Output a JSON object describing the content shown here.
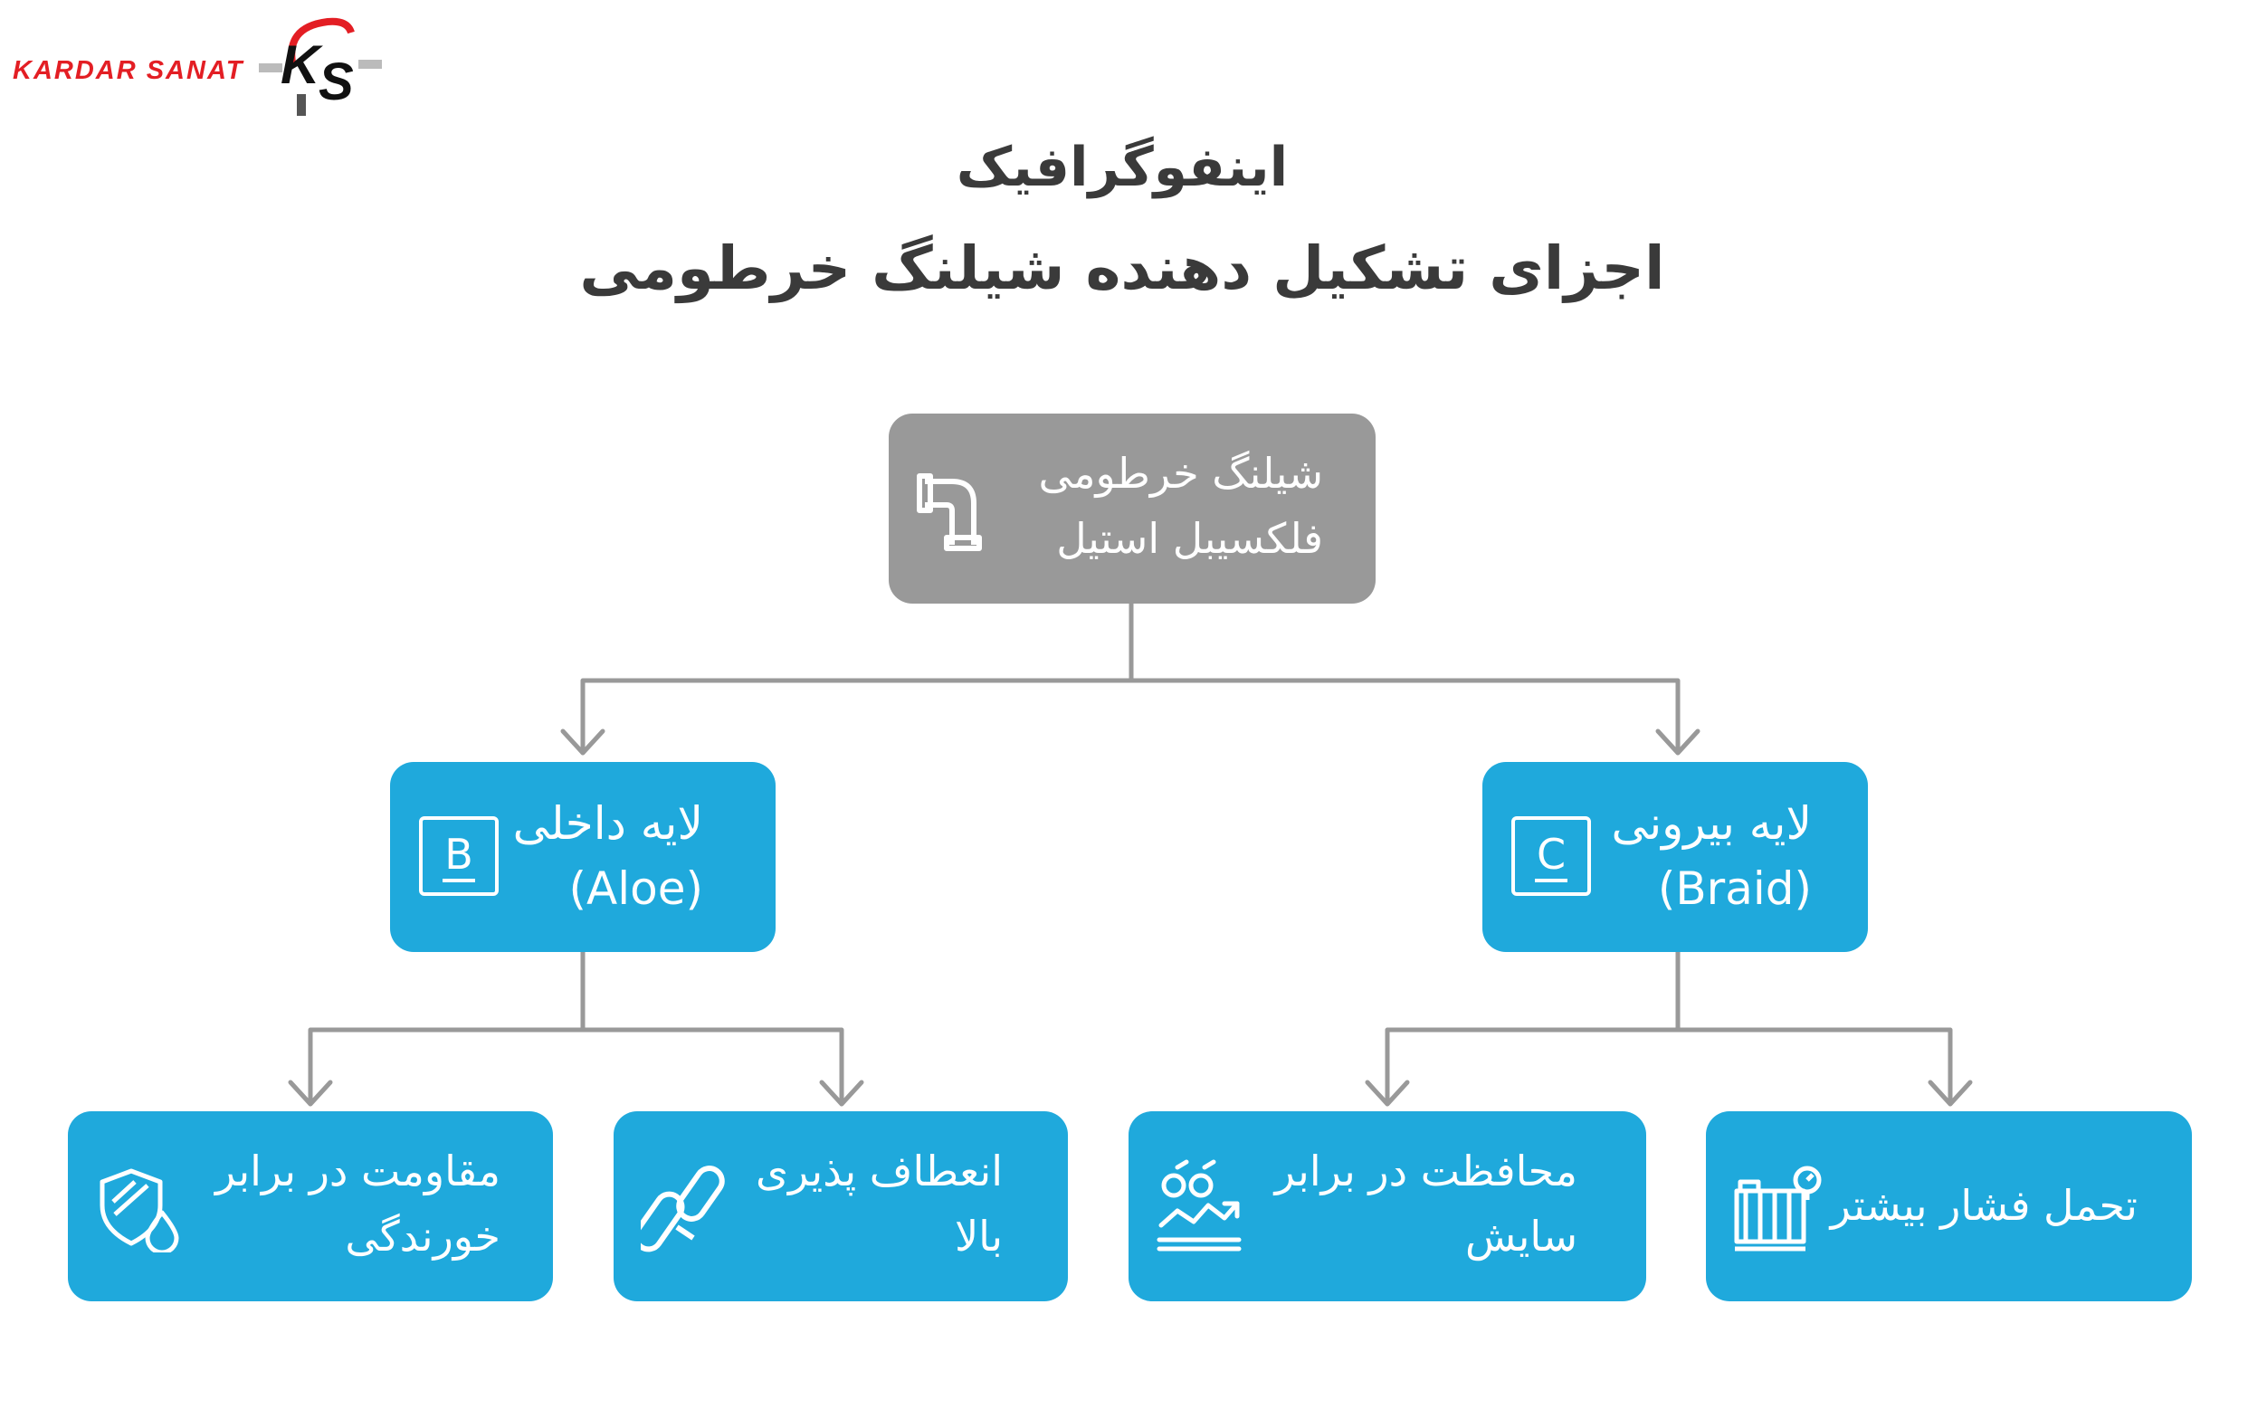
{
  "brand": {
    "name": "KARDAR SANAT",
    "colors": {
      "primary": "#e31e24",
      "dark": "#111111"
    }
  },
  "title": {
    "line1": "اینفوگرافیک",
    "line2": "اجزای تشکیل دهنده شیلنگ خرطومی"
  },
  "colors": {
    "root": "#999999",
    "node": "#1fa9dc",
    "connector": "#999999",
    "title": "#3a3a3a"
  },
  "root": {
    "line1": "شیلنگ خرطومی",
    "line2": "فلکسیبل استیل",
    "icon": "pipe-icon"
  },
  "inner": {
    "line1": "لایه داخلی",
    "line2": "(Aloe)",
    "badge": "B"
  },
  "outer": {
    "line1": "لایه بیرونی",
    "line2": "(Braid)",
    "badge": "C"
  },
  "leaves": {
    "corrosion": {
      "line1": "مقاومت در برابر",
      "line2": "خورندگی",
      "icon": "shield-drop-icon"
    },
    "flex": {
      "line1": "انعطاف پذیری",
      "line2": "بالا",
      "icon": "capsules-icon"
    },
    "abrasion": {
      "line1": "محافظت در برابر",
      "line2": "سایش",
      "icon": "abrasion-icon"
    },
    "pressure": {
      "line1": "تحمل فشار بیشتر",
      "icon": "pressure-tank-icon"
    }
  }
}
